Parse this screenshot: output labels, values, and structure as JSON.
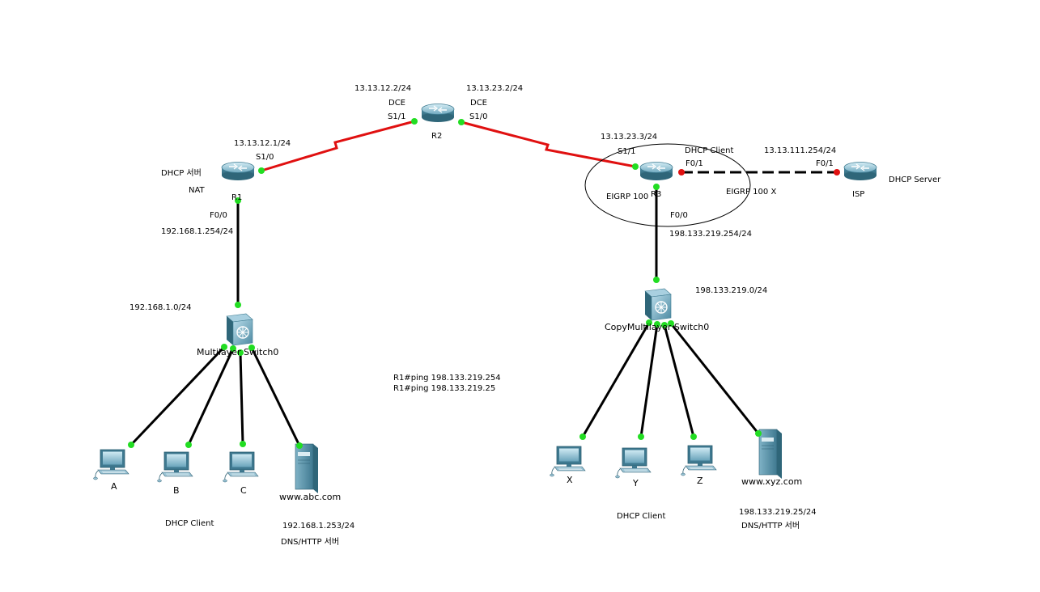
{
  "routers": {
    "r1": {
      "name": "R1",
      "role_1": "DHCP 서버",
      "role_2": "NAT",
      "s_ip": "13.13.12.1/24",
      "s_port": "S1/0",
      "f_port": "F0/0",
      "f_ip": "192.168.1.254/24"
    },
    "r2": {
      "name": "R2",
      "left_ip": "13.13.12.2/24",
      "left_dce": "DCE",
      "left_port": "S1/1",
      "right_ip": "13.13.23.2/24",
      "right_dce": "DCE",
      "right_port": "S1/0"
    },
    "r3": {
      "name": "R3",
      "s_ip": "13.13.23.3/24",
      "s_port": "S1/1",
      "dhcp": "DHCP Client",
      "f01": "F0/1",
      "eigrp": "EIGRP 100",
      "eigrp_x": "EIGRP 100 X",
      "f00": "F0/0",
      "f00_ip": "198.133.219.254/24"
    },
    "isp": {
      "name": "ISP",
      "ip": "13.13.111.254/24",
      "port": "F0/1",
      "role": "DHCP Server"
    }
  },
  "left_lan": {
    "network": "192.168.1.0/24",
    "switch": "Multilayer Switch0",
    "pcs": [
      "A",
      "B",
      "C"
    ],
    "server": "www.abc.com",
    "dhcp": "DHCP Client",
    "server_ip": "192.168.1.253/24",
    "server_role": "DNS/HTTP 서버"
  },
  "right_lan": {
    "network": "198.133.219.0/24",
    "switch": "CopyMultilayer Switch0",
    "pcs": [
      "X",
      "Y",
      "Z"
    ],
    "server": "www.xyz.com",
    "dhcp": "DHCP Client",
    "server_ip": "198.133.219.25/24",
    "server_role": "DNS/HTTP 서버"
  },
  "notes": {
    "ping_1": "R1#ping 198.133.219.254",
    "ping_2": "R1#ping 198.133.219.25"
  },
  "colors": {
    "serial_link": "#e01010",
    "ethernet_link": "#000000",
    "port_up": "#22dd22",
    "port_down": "#e01010",
    "device_blue": "#4f8fa6"
  }
}
